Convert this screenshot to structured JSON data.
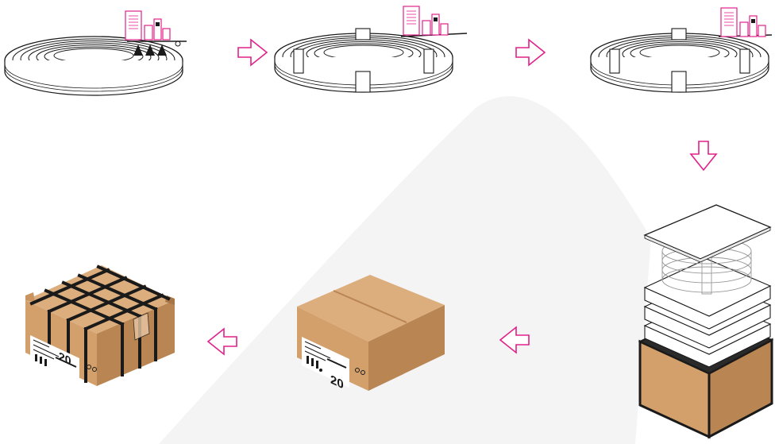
{
  "title": "",
  "colors": {
    "background": "#ffffff",
    "watermark": "#f4f4f5",
    "arrow": "#e0218a",
    "box_face_front": "#d3a06c",
    "box_face_side": "#b98553",
    "box_face_top": "#dcae7d",
    "strap": "#1a1a1a"
  },
  "steps": [
    {
      "icon": "coiled-led-strip-with-labels"
    },
    {
      "icon": "coil-with-binding-straps"
    },
    {
      "icon": "strapped-coil-with-labels"
    },
    {
      "icon": "coils-stacked-with-foam-into-carton"
    },
    {
      "icon": "labelled-carton"
    },
    {
      "icon": "strapped-carton"
    }
  ],
  "carton_label_number": "20",
  "arrows": [
    {
      "direction": "right"
    },
    {
      "direction": "right"
    },
    {
      "direction": "down"
    },
    {
      "direction": "left"
    },
    {
      "direction": "left"
    }
  ]
}
